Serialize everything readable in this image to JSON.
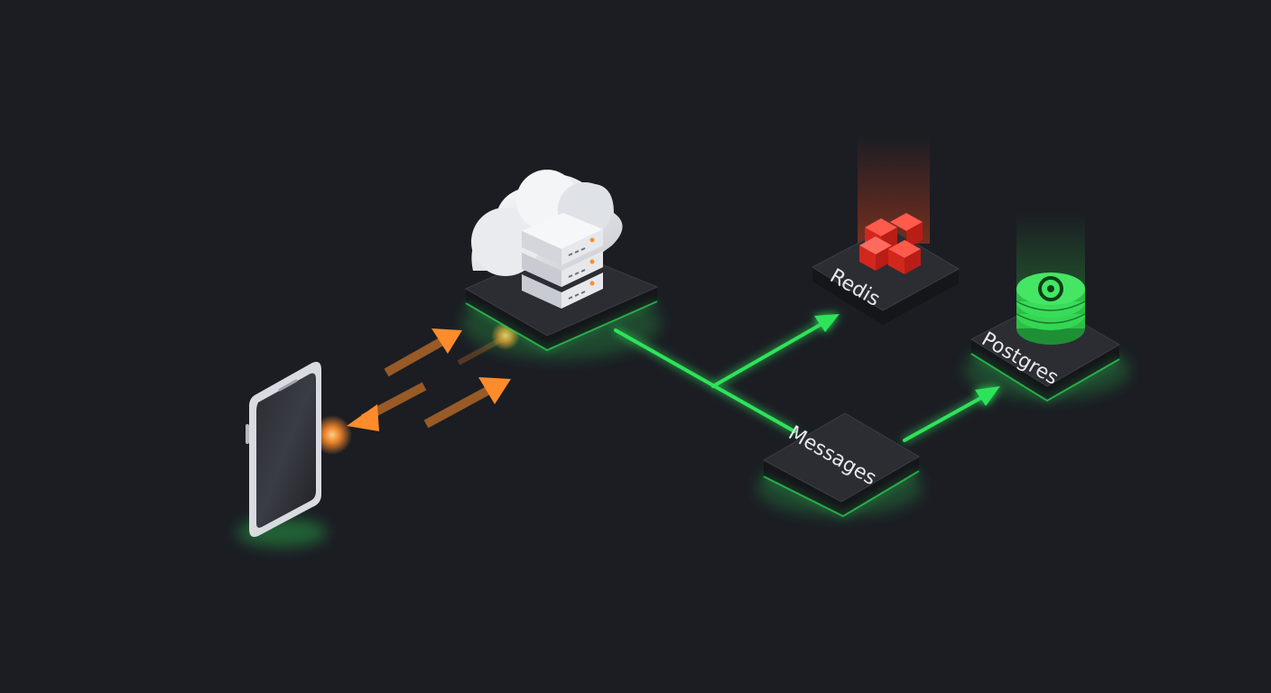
{
  "diagram": {
    "nodes": {
      "redis": {
        "label": "Redis",
        "icon": "redis-cubes-icon",
        "color": "#e53935"
      },
      "postgres": {
        "label": "Postgres",
        "icon": "database-stack-icon",
        "color": "#2ecc40"
      },
      "messages": {
        "label": "Messages"
      },
      "server": {
        "icon": "cloud-server-icon"
      },
      "client": {
        "icon": "smartphone-icon"
      }
    },
    "colors": {
      "background": "#1b1d23",
      "tile": "#2b2d33",
      "green_link": "#2ee35a",
      "orange_link": "#ff8c2a"
    }
  }
}
